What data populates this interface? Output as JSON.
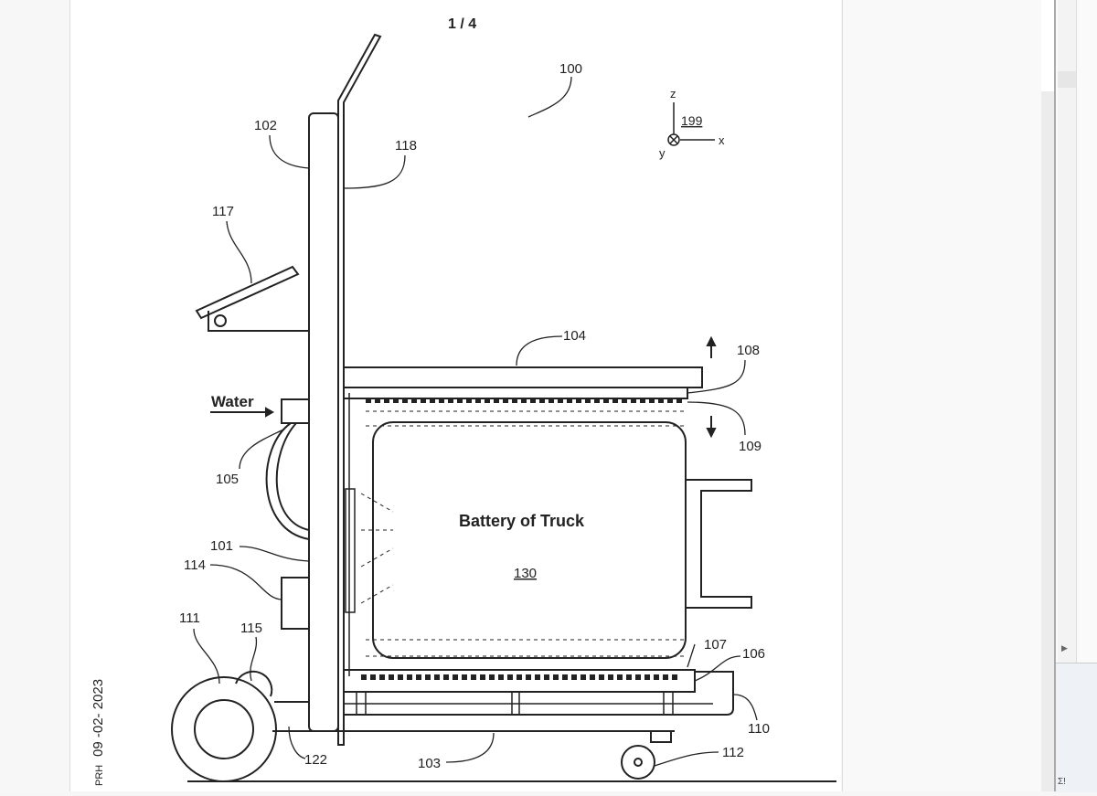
{
  "page_indicator": "1 / 4",
  "stamp": {
    "initials": "PRH",
    "date": "09 -02- 2023"
  },
  "labels": {
    "water": "Water",
    "battery": "Battery of Truck",
    "axis_z": "z",
    "axis_x": "x",
    "axis_y": "y",
    "ref_100": "100",
    "ref_101": "101",
    "ref_102": "102",
    "ref_103": "103",
    "ref_104": "104",
    "ref_105": "105",
    "ref_106": "106",
    "ref_107": "107",
    "ref_108": "108",
    "ref_109": "109",
    "ref_110": "110",
    "ref_111": "111",
    "ref_112": "112",
    "ref_114": "114",
    "ref_115": "115",
    "ref_117": "117",
    "ref_118": "118",
    "ref_122": "122",
    "ref_130": "130",
    "ref_199": "199"
  },
  "side_panel": {
    "fragment": "Σ!"
  }
}
